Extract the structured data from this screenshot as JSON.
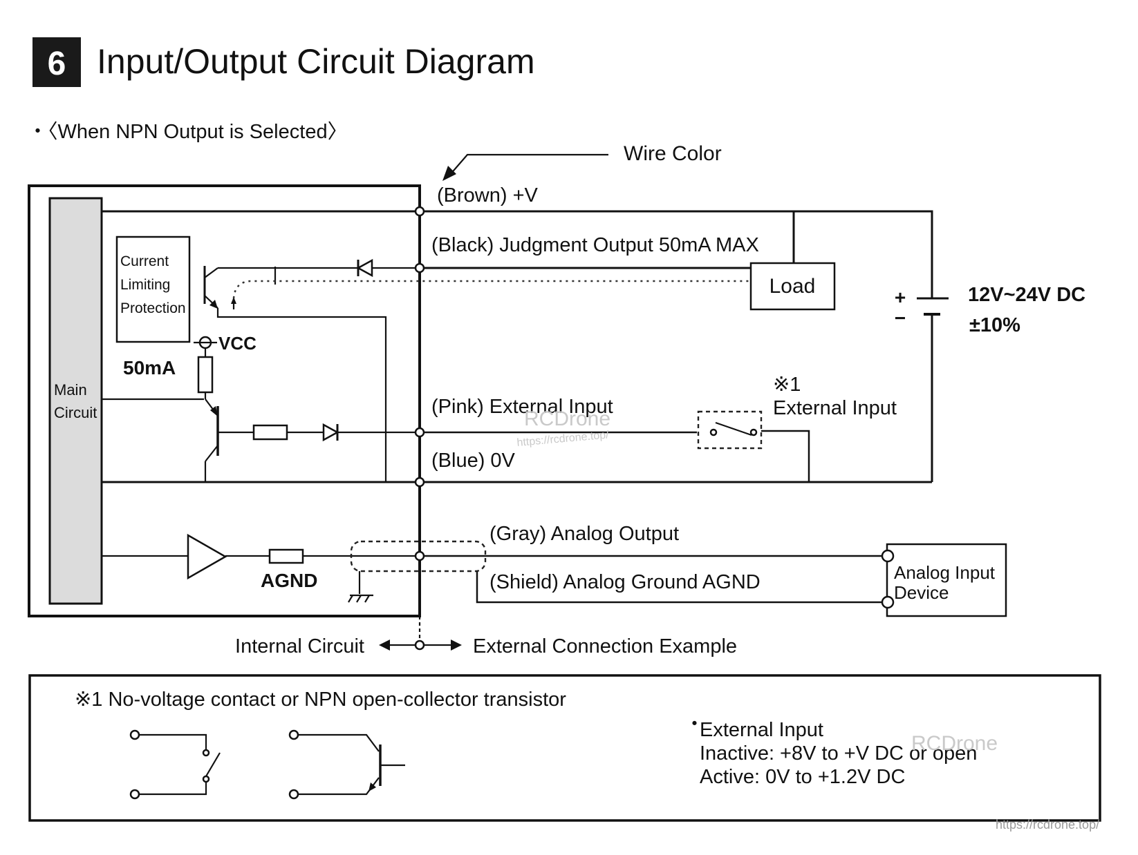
{
  "header": {
    "section_number": "6",
    "title": "Input/Output Circuit Diagram"
  },
  "subtitle": "・〈When NPN Output is Selected〉",
  "labels": {
    "wire_color": "Wire Color",
    "brown": "(Brown) +V",
    "black": "(Black) Judgment Output 50mA MAX",
    "pink": "(Pink) External Input",
    "blue": "(Blue) 0V",
    "gray": "(Gray) Analog Output",
    "shield": "(Shield) Analog Ground AGND",
    "load": "Load",
    "supply_voltage": "12V~24V DC",
    "supply_tolerance": "±10%",
    "plus": "+",
    "minus": "−",
    "note_marker": "※1",
    "external_input": "External Input",
    "current_limiting_1": "Current",
    "current_limiting_2": "Limiting",
    "current_limiting_3": "Protection",
    "main_circuit_1": "Main",
    "main_circuit_2": "Circuit",
    "vcc": "VCC",
    "current_50ma": "50mA",
    "agnd": "AGND",
    "analog_device_1": "Analog Input",
    "analog_device_2": "Device",
    "internal_circuit": "Internal Circuit",
    "external_connection": "External Connection Example"
  },
  "note": {
    "title": "※1 No-voltage contact or NPN open-collector transistor",
    "bullet": "・",
    "line1": "External Input",
    "line2": "Inactive: +8V to +V DC or open",
    "line3": "Active: 0V to +1.2V DC"
  },
  "watermarks": {
    "brand": "RCDrone",
    "url": "https://rcdrone.top/"
  }
}
